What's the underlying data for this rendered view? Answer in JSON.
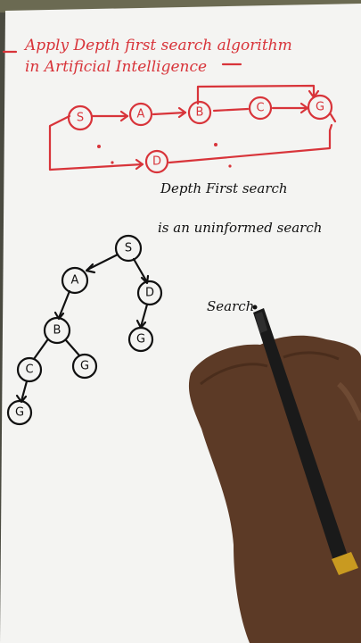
{
  "title": {
    "line1": "Apply Depth first search algorithm",
    "line2": "in Artificial Intelligence"
  },
  "graph": {
    "nodes": [
      "S",
      "A",
      "B",
      "C",
      "G",
      "D"
    ]
  },
  "note": {
    "line1": "Depth First search",
    "line2": "is an uninformed search"
  },
  "tree": {
    "nodes": [
      "S",
      "A",
      "D",
      "B",
      "G",
      "C",
      "G",
      "G"
    ]
  },
  "writing": "Search",
  "colors": {
    "ink_red": "#d8343a",
    "ink_black": "#111111",
    "paper": "#f4f4f2"
  }
}
